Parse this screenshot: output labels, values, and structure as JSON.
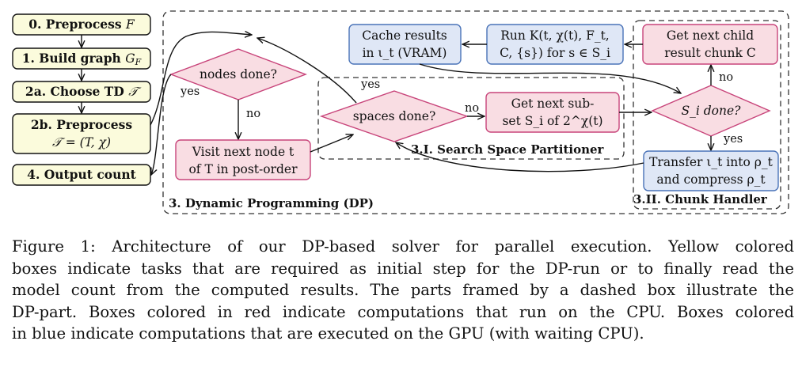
{
  "colors": {
    "yellow_fill": "#fbfbdc",
    "red_fill": "#f9dde3",
    "red_stroke": "#c8447a",
    "blue_fill": "#dfe7f6",
    "blue_stroke": "#4a73b8",
    "text": "#111111"
  },
  "diagram": {
    "steps": {
      "preprocess": {
        "label": "0. Preprocess",
        "math": "F"
      },
      "build_graph": {
        "label": "1. Build graph",
        "math": "G",
        "sub": "F"
      },
      "choose_td": {
        "label": "2a. Choose TD",
        "math": "𝒯"
      },
      "preprocess_td": {
        "line1": "2b. Preprocess",
        "line2": "𝒯 = (T, χ)"
      },
      "output_count": {
        "label": "4. Output count"
      }
    },
    "dp": {
      "frame_label": "3. Dynamic Programming (DP)",
      "nodes_done": "nodes done?",
      "visit_node": {
        "line1": "Visit next node t",
        "line2": "of T in post-order"
      },
      "cache_results": {
        "line1": "Cache results",
        "line2": "in ι_t (VRAM)"
      },
      "run_k": {
        "line1": "Run K(t, χ(t), F_t,",
        "line2": "C, {s}) for s ∈ S_i"
      },
      "edge_yes": "yes",
      "edge_no": "no"
    },
    "partitioner": {
      "frame_label": "3.I. Search Space Partitioner",
      "spaces_done": "spaces done?",
      "next_subset": {
        "line1": "Get next sub-",
        "line2": "set S_i of 2^χ(t)"
      },
      "edge_yes": "yes",
      "edge_no": "no"
    },
    "chunk_handler": {
      "frame_label": "3.II. Chunk Handler",
      "next_chunk": {
        "line1": "Get next child",
        "line2": "result chunk C"
      },
      "si_done": "S_i done?",
      "transfer": {
        "line1": "Transfer ι_t into ρ_t",
        "line2": "and compress ρ_t"
      },
      "edge_no": "no",
      "edge_yes": "yes"
    }
  },
  "caption": {
    "lines": [
      "Figure 1: Architecture of our DP-based solver for parallel execution. Yellow colored",
      "boxes indicate tasks that are required as initial step for the DP-run or to finally read the",
      "model count from the computed results. The parts framed by a dashed box illustrate the",
      "DP-part. Boxes colored in red indicate computations that run on the CPU. Boxes colored",
      "in blue indicate computations that are executed on the GPU (with waiting CPU)."
    ]
  }
}
